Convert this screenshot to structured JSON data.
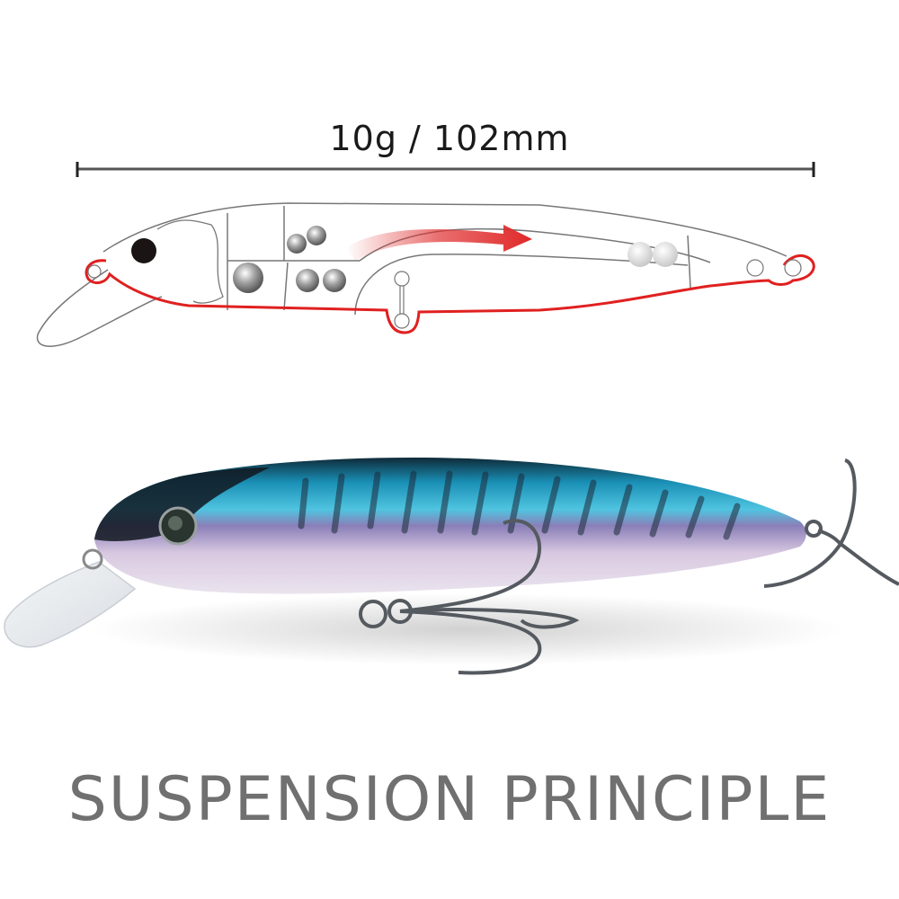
{
  "dimension": {
    "label": "10g / 102mm",
    "weight": "10g",
    "length": "102mm"
  },
  "diagram": {
    "name": "lure-cross-section",
    "outline_color": "#555555",
    "highlight_color": "#e02020",
    "arrow_color": "#e03030",
    "ball_groups": [
      {
        "position": "front-lower",
        "count": 1
      },
      {
        "position": "front-upper",
        "count": 2
      },
      {
        "position": "front-mid",
        "count": 2
      },
      {
        "position": "rear",
        "count": 2
      }
    ]
  },
  "product": {
    "name": "minnow-lure-photo",
    "colors": {
      "back": "#1a8fb5",
      "belly": "#d8c8e0",
      "head": "#111820"
    }
  },
  "title": "SUSPENSION PRINCIPLE"
}
